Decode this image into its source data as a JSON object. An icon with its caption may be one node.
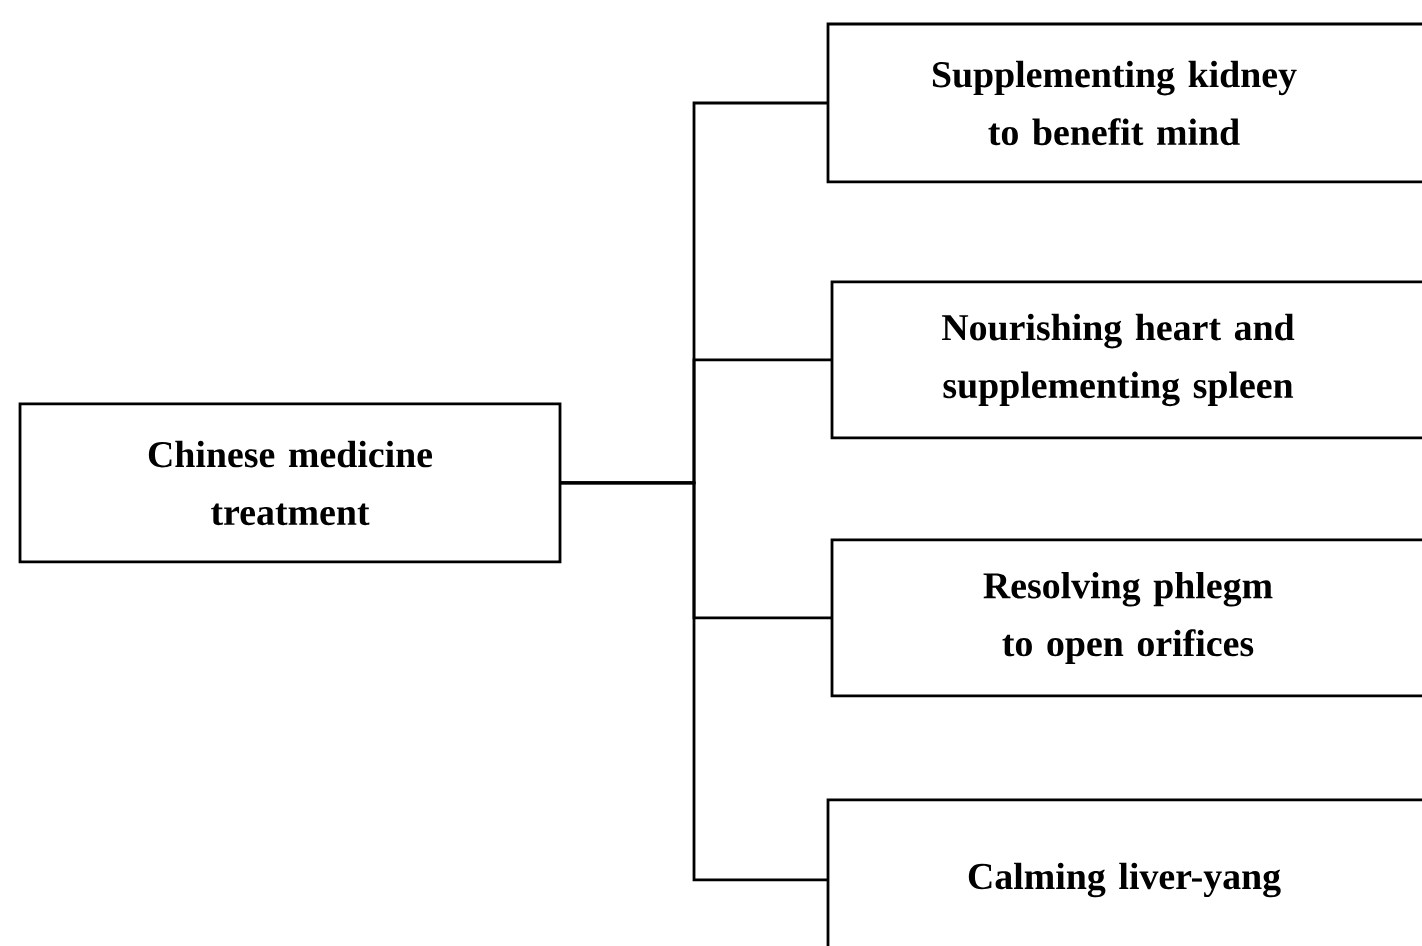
{
  "diagram": {
    "nodes": [
      {
        "text": [
          "Chinese medicine treatment"
        ]
      },
      {
        "text": [
          "Supplementing kidney to benefit mind"
        ]
      },
      {
        "text": [
          "Nourishing heart and supplementing spleen"
        ]
      },
      {
        "text": [
          "Resolving phlegm to open orifices"
        ]
      },
      {
        "text": [
          "Calming liver-yang"
        ]
      }
    ],
    "edges": [
      {
        "from": 0,
        "to": 1,
        "arrow": "none"
      },
      {
        "from": 0,
        "to": 2,
        "arrow": "none"
      },
      {
        "from": 0,
        "to": 3,
        "arrow": "none"
      },
      {
        "from": 0,
        "to": 4,
        "arrow": "none"
      }
    ]
  }
}
